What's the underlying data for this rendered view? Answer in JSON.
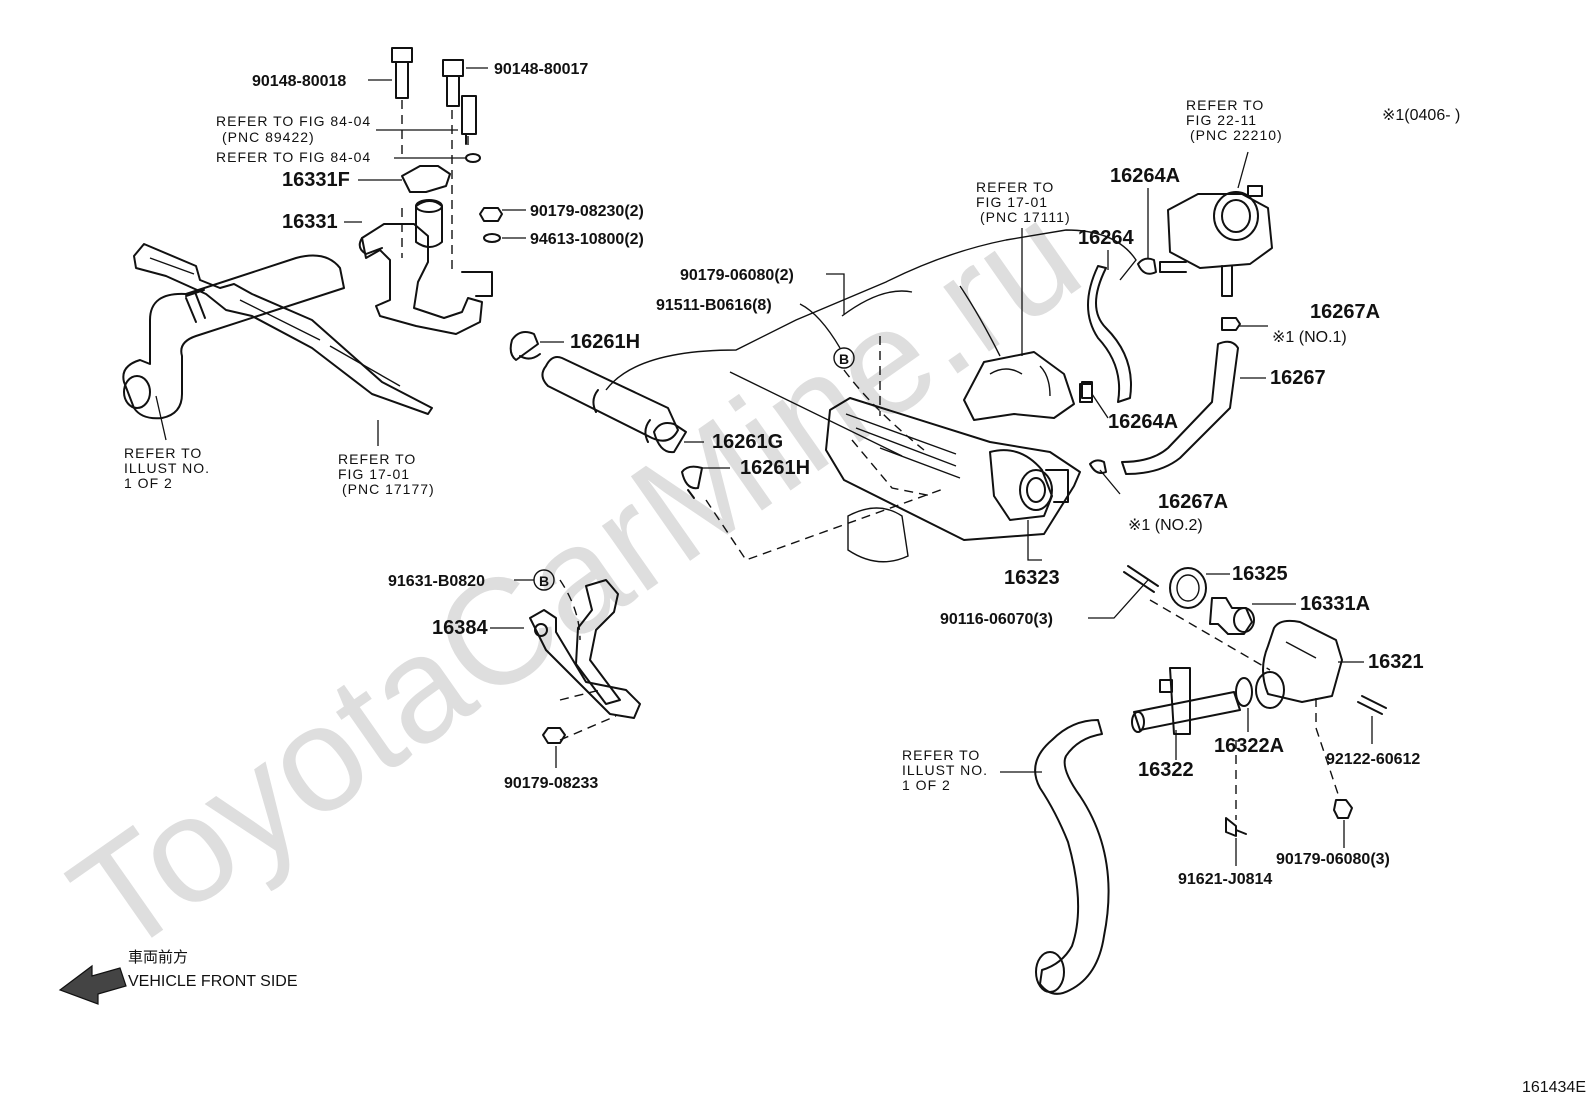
{
  "watermark": "ToyotaCarMine.ru",
  "figure_id": "161434E",
  "front": {
    "jp": "車両前方",
    "en": "VEHICLE FRONT SIDE"
  },
  "note_top_right": "※1(0406-     )",
  "labels": {
    "p90148_80018": "90148-80018",
    "p90148_80017": "90148-80017",
    "ref84_04a_1": "REFER TO FIG 84-04",
    "ref84_04a_2": "(PNC 89422)",
    "ref84_04b": "REFER TO FIG 84-04",
    "p16331F": "16331F",
    "p16331": "16331",
    "p90179_08230": "90179-08230(2)",
    "p94613_10800": "94613-10800(2)",
    "p16261H_a": "16261H",
    "p16261G": "16261G",
    "p16261H_b": "16261H",
    "p90179_06080_2": "90179-06080(2)",
    "p91511_B0616": "91511-B0616(8)",
    "ref_illust1_1": "REFER TO",
    "ref_illust1_2": "ILLUST NO.",
    "ref_illust1_3": "1 OF 2",
    "ref17_01a_1": "REFER TO",
    "ref17_01a_2": "FIG 17-01",
    "ref17_01a_3": "(PNC 17177)",
    "ref17_01b_1": "REFER TO",
    "ref17_01b_2": "FIG 17-01",
    "ref17_01b_3": "(PNC 17111)",
    "ref22_11_1": "REFER TO",
    "ref22_11_2": "FIG 22-11",
    "ref22_11_3": "(PNC 22210)",
    "p16264A_a": "16264A",
    "p16264": "16264",
    "p16267A_a": "16267A",
    "note_no1": "※1 (NO.1)",
    "p16267": "16267",
    "p16264A_b": "16264A",
    "p16267A_b": "16267A",
    "note_no2": "※1 (NO.2)",
    "p91631_B0820": "91631-B0820",
    "p16384": "16384",
    "p90179_08233": "90179-08233",
    "p16323": "16323",
    "p16325": "16325",
    "p16331A": "16331A",
    "p90116_06070": "90116-06070(3)",
    "p16321": "16321",
    "ref_illust2_1": "REFER TO",
    "ref_illust2_2": "ILLUST NO.",
    "ref_illust2_3": "1 OF 2",
    "p16322": "16322",
    "p16322A": "16322A",
    "p92122_60612": "92122-60612",
    "p91621_J0814": "91621-J0814",
    "p90179_06080_3": "90179-06080(3)",
    "callout_b": "B"
  }
}
